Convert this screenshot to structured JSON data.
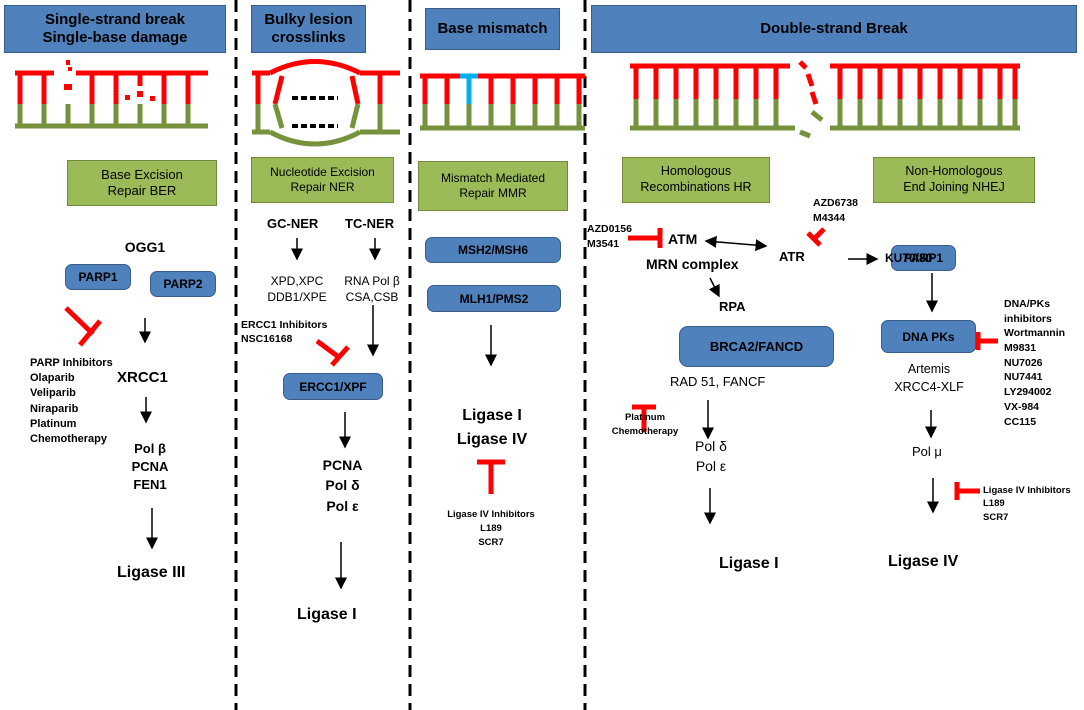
{
  "colors": {
    "header_blue": "#4f81bd",
    "pathway_green": "#9bbb59",
    "dna_red": "#ff0000",
    "dna_green": "#76923c",
    "mismatch_blue": "#00b0f0",
    "inhibitor_red": "#ff0000"
  },
  "ssb": {
    "header": "Single-strand break\nSingle-base damage",
    "pathway": "Base Excision\nRepair BER",
    "ogg1": "OGG1",
    "parp1": "PARP1",
    "parp2": "PARP2",
    "inhibitors": "PARP Inhibitors\nOlaparib\nVeliparib\nNiraparib\nPlatinum\nChemotherapy",
    "xrcc1": "XRCC1",
    "factors": "Pol β\nPCNA\nFEN1",
    "ligase": "Ligase III"
  },
  "ner": {
    "header": "Bulky lesion\ncrosslinks",
    "pathway": "Nucleotide Excision\nRepair NER",
    "gc": "GC-NER",
    "tc": "TC-NER",
    "gc_factors": "XPD,XPC\nDDB1/XPE",
    "tc_factors": "RNA Pol β\nCSA,CSB",
    "inhibitors": "ERCC1 Inhibitors\nNSC16168",
    "ercc1": "ERCC1/XPF",
    "factors": "PCNA\nPol δ\nPol ε",
    "ligase": "Ligase I"
  },
  "mmr": {
    "header": "Base mismatch",
    "pathway": "Mismatch Mediated\nRepair MMR",
    "msh": "MSH2/MSH6",
    "mlh": "MLH1/PMS2",
    "ligases": "Ligase I\nLigase IV",
    "inhibitors": "Ligase IV Inhibitors\nL189\nSCR7"
  },
  "dsb": {
    "header": "Double-strand Break",
    "hr": {
      "pathway": "Homologous\nRecombinations HR",
      "atm_inhibitors": "AZD0156\nM3541",
      "atr_inhibitors": "AZD6738\nM4344",
      "atm": "ATM",
      "atr": "ATR",
      "mrn": "MRN complex",
      "rpa": "RPA",
      "brca": "BRCA2/FANCD",
      "rad51": "RAD 51, FANCF",
      "platinum": "Platinum\nChemotherapy",
      "polymerases": "Pol δ\nPol ε",
      "ligase": "Ligase I"
    },
    "nhej": {
      "pathway": "Non-Homologous\nEnd Joining NHEJ",
      "parp1": "PARP1",
      "ku": "KU70/80",
      "dnapk": "DNA PKs",
      "dnapk_inhibitors": "DNA/PKs\ninhibitors\nWortmannin\nM9831\nNU7026\nNU7441\nLY294002\nVX-984\nCC115",
      "artemis": "Artemis\nXRCC4-XLF",
      "pol": "Pol μ",
      "ligase_inhibitors": "Ligase IV Inhibitors\nL189\nSCR7",
      "ligase": "Ligase IV"
    }
  }
}
